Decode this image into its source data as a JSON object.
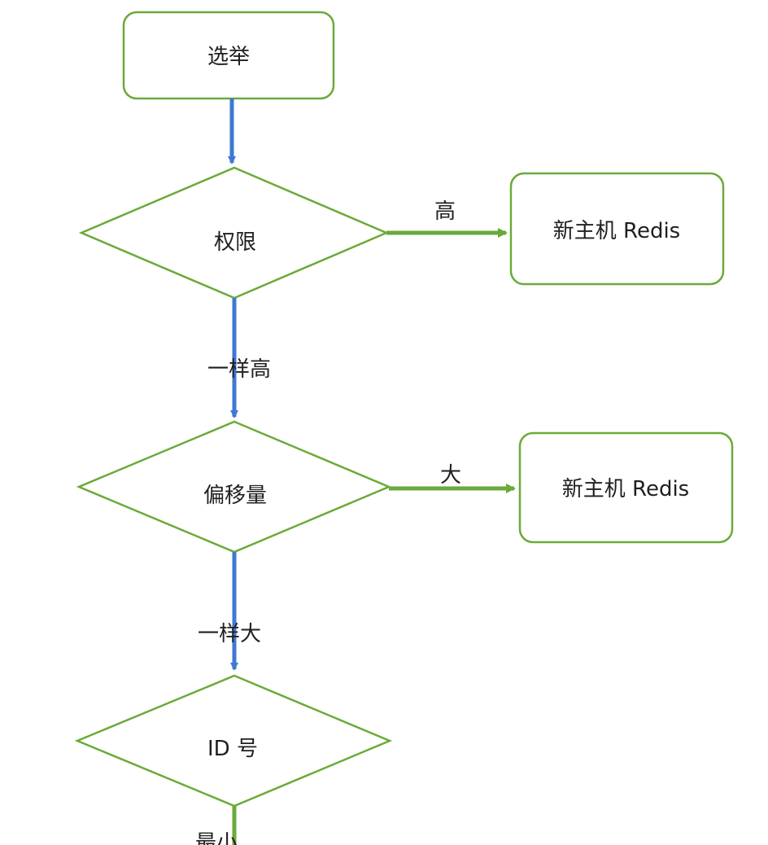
{
  "colors": {
    "node_border": "#6aaa3a",
    "blue_arrow": "#3f78d4",
    "green_arrow": "#6aaa3a",
    "text": "#1f1f1f",
    "background": "#ffffff"
  },
  "nodes": {
    "election": "选举",
    "priority": "权限",
    "offset": "偏移量",
    "id": "ID 号",
    "new_master_1": "新主机 Redis",
    "new_master_2": "新主机 Redis"
  },
  "edges": {
    "priority_high": "高",
    "priority_equal": "一样高",
    "offset_large": "大",
    "offset_equal": "一样大",
    "id_smallest": "最小"
  }
}
